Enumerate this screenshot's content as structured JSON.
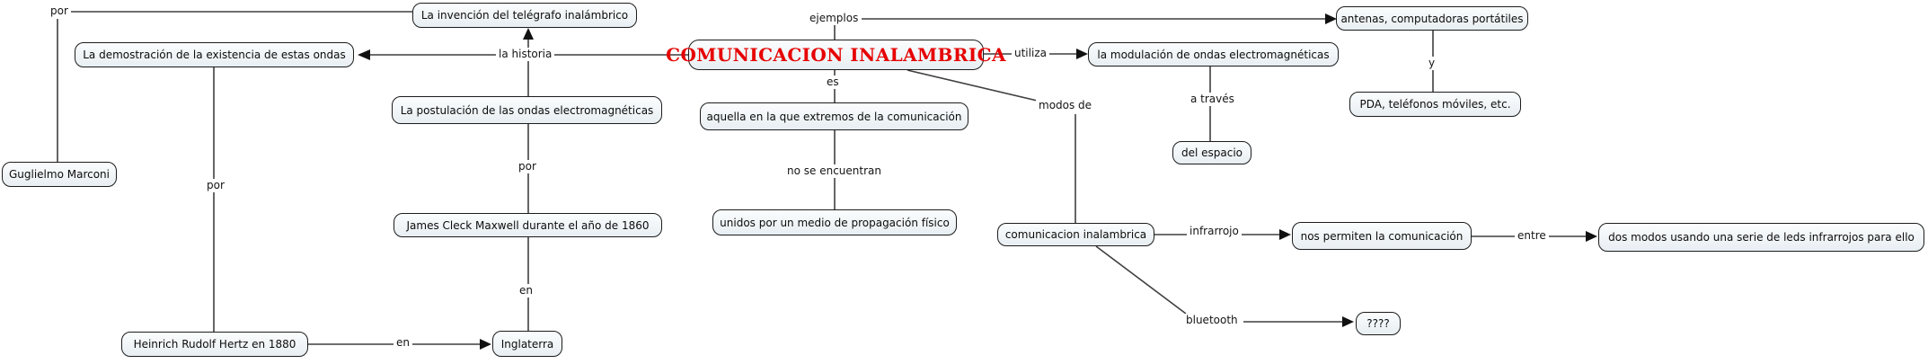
{
  "map": {
    "title": "COMUNICACION INALAMBRICA",
    "colors": {
      "title_text": "#e60000",
      "node_fill": "#e8eef2",
      "node_border": "#1c1c1c",
      "line": "#3f3f3f",
      "background": "#ffffff"
    }
  },
  "nodes": {
    "title": "COMUNICACION INALAMBRICA",
    "invencion": "La invención del telégrafo inalámbrico",
    "demostracion": "La demostración de la existencia de estas ondas",
    "postulacion": "La postulación de las ondas electromagnéticas",
    "marconi": "Guglielmo Marconi",
    "maxwell": "James Cleck Maxwell durante el año de 1860",
    "hertz": "Heinrich Rudolf Hertz en 1880",
    "inglaterra": "Inglaterra",
    "aquella": "aquella en la que extremos de la comunicación",
    "unidos": "unidos por un medio de propagación físico",
    "modulacion": "la modulación de ondas electromagnéticas",
    "espacio": "del espacio",
    "antenas": "antenas, computadoras portátiles",
    "pda": "PDA, teléfonos móviles, etc.",
    "comunicacion": "comunicacion inalambrica",
    "nos_permiten": "nos permiten la comunicación",
    "dos_modos": "dos modos usando una serie de leds infrarrojos para ello",
    "interrogantes": "????"
  },
  "labels": {
    "por_marconi": "por",
    "la_historia": "la historia",
    "ejemplos": "ejemplos",
    "es": "es",
    "utiliza": "utiliza",
    "modos_de": "modos de",
    "a_traves": "a través",
    "y": "y",
    "no_se_encuentran": "no se encuentran",
    "por_demostracion": "por",
    "por_postulacion": "por",
    "en_maxwell": "en",
    "en_hertz": "en",
    "infrarrojo": "infrarrojo",
    "bluetooth": "bluetooth",
    "entre": "entre"
  }
}
